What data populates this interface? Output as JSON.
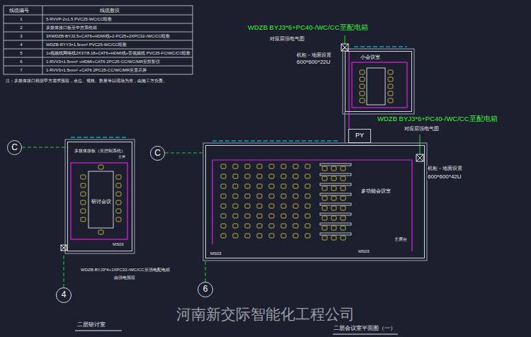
{
  "diagram": {
    "nodes": [
      {
        "text": [
          "研讨会议"
        ]
      },
      {
        "text": [
          "C"
        ]
      },
      {
        "text": [
          "C"
        ]
      },
      {
        "text": [
          "4"
        ]
      },
      {
        "text": [
          "6"
        ]
      },
      {
        "text": [
          "多功能会议室"
        ]
      },
      {
        "text": [
          "小会议室"
        ]
      },
      {
        "text": [
          "PY"
        ]
      }
    ],
    "labels": [
      "线缆编号",
      "线缆敷设",
      "1",
      "2",
      "3",
      "4",
      "5",
      "6",
      "7",
      "5-RVVP-2x1.5 PVC25-WC/CC暗敷",
      "多媒体接口板至中控系统箱",
      "3XWDZB-BYJ2.5+CAT6+HDMI线+2-PC25+2XPC32-/WC/CC暗敷",
      "WDZB-RYY3×1.5mm² PVC25-WC/CC暗敷",
      "1x视频线网络线2X37/8.18+CAT6+HDMI线+音视频线 PVC25-FC/WC/CC暗敷",
      "1-RVV3×1.5mm² +HDMI+CAT6 2PC25-CC/WC/MR至投影仪",
      "1-RVV3×1.5mm² +CAT6 2PC25-CC/WC/MR至显示屏",
      "注：多媒体接口根据甲方需求预留，点位、规格、数量等以现场为准，由施工方负责。",
      "WDZB BYJ3*6+PC40-/WC/CC至配电箱",
      "对应层强电气图",
      "机柜－地面设置",
      "600*600*22U",
      "WDZB BYJ3*6+PC40-/WC/CC至配电箱",
      "对应层强电气图",
      "机柜－地面设置",
      "600*600*42U",
      "主席台",
      "MS03",
      "MS03",
      "MS03",
      "WDZB-BYJ3*4+1XPC32-/WC/CC至强电配电箱",
      "由强电预留",
      "多媒体接板（至控制系统）",
      "主屏",
      "二层研讨室",
      "二层会议室平面图（一）",
      "河南新交际智能化工程公司"
    ]
  }
}
